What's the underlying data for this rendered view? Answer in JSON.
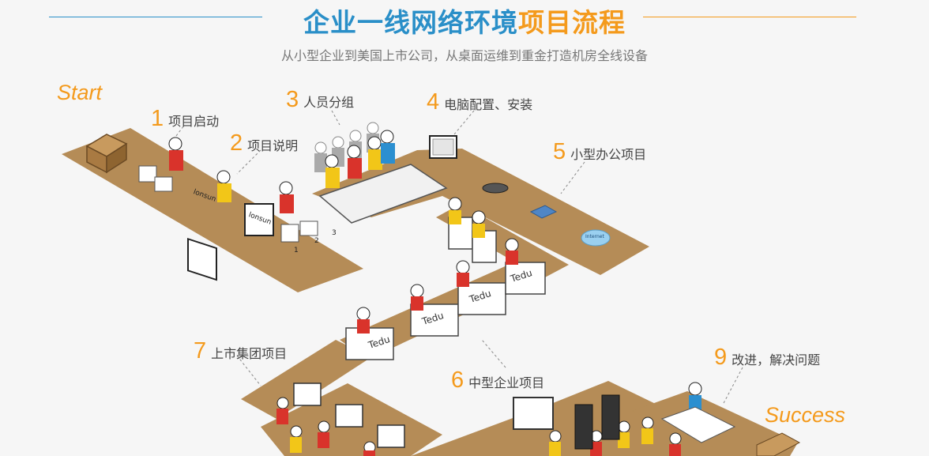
{
  "header": {
    "title_part1": "企业一线网络环境",
    "title_part2": "项目流程",
    "subtitle": "从小型企业到美国上市公司，从桌面运维到重金打造机房全线设备"
  },
  "start_label": "Start",
  "success_label": "Success",
  "steps": [
    {
      "num": "1",
      "label": "项目启动"
    },
    {
      "num": "2",
      "label": "项目说明"
    },
    {
      "num": "3",
      "label": "人员分组"
    },
    {
      "num": "4",
      "label": "电脑配置、安装"
    },
    {
      "num": "5",
      "label": "小型办公项目"
    },
    {
      "num": "6",
      "label": "中型企业项目"
    },
    {
      "num": "7",
      "label": "上市集团项目"
    },
    {
      "num": "9",
      "label": "改进，解决问题"
    }
  ],
  "monitor_brand": "lonsun",
  "desk_brand": "Tedu",
  "cloud_text": "Internet",
  "doc_numbers": [
    "1",
    "2",
    "3"
  ],
  "colors": {
    "blue": "#2a8fc8",
    "orange": "#f49a1c",
    "path": "#b58c57",
    "shirt_red": "#d9332b",
    "shirt_yellow": "#f2c618",
    "shirt_blue": "#2b8fd0"
  }
}
